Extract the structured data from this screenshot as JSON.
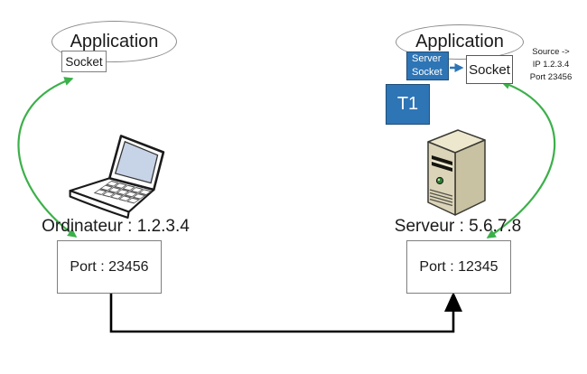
{
  "colors": {
    "green": "#3CB04A",
    "blue": "#2E75B6",
    "blue_border": "#1F4E79",
    "box_border": "#7f7f7f",
    "black": "#000000"
  },
  "client": {
    "application_label": "Application",
    "socket_label": "Socket",
    "machine_label": "Ordinateur : 1.2.3.4",
    "port_label": "Port : 23456"
  },
  "server": {
    "application_label": "Application",
    "server_socket_line1": "Server",
    "server_socket_line2": "Socket",
    "socket_label": "Socket",
    "machine_label": "Serveur : 5.6.7.8",
    "port_label": "Port : 12345"
  },
  "annotations": {
    "t1_label": "T1",
    "source_line1": "Source ->",
    "source_line2": "IP 1.2.3.4",
    "source_line3": "Port 23456"
  },
  "icons": [
    "laptop-icon",
    "server-tower-icon",
    "green-curved-arrow",
    "blue-arrow",
    "black-connector-arrow"
  ]
}
